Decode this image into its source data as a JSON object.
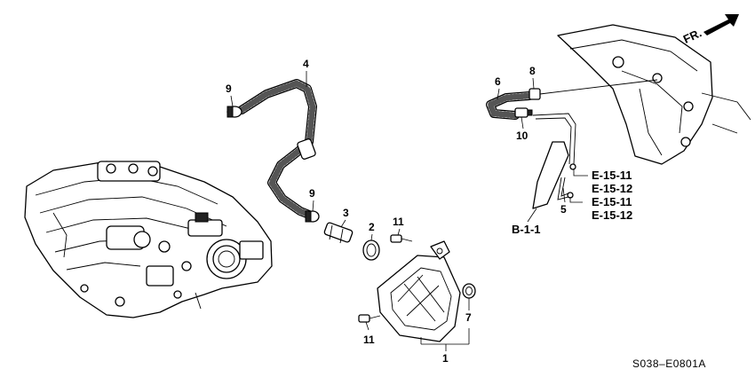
{
  "diagram": {
    "direction_label": "FR.",
    "drawing_code": "S038–E0801A",
    "callouts": {
      "1": "1",
      "2": "2",
      "3": "3",
      "4": "4",
      "5": "5",
      "6": "6",
      "7": "7",
      "8": "8",
      "9a": "9",
      "9b": "9",
      "10": "10",
      "11a": "11",
      "11b": "11"
    },
    "references": {
      "e1511a": "E-15-11",
      "e1512a": "E-15-12",
      "e1511b": "E-15-11",
      "e1512b": "E-15-12",
      "b11": "B-1-1"
    }
  }
}
